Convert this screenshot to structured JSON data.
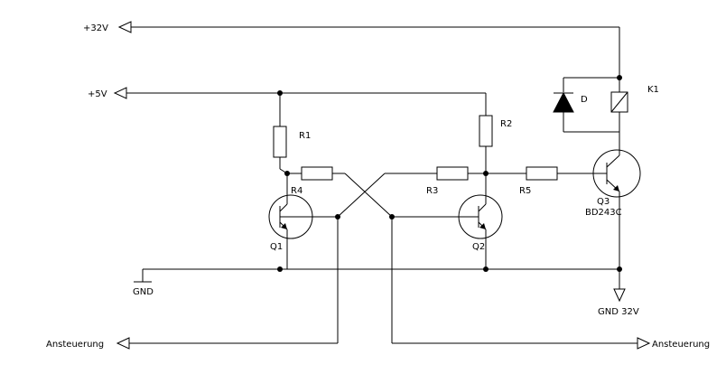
{
  "schematic": {
    "labels": {
      "plus32v": "+32V",
      "plus5v": "+5V",
      "gnd": "GND",
      "gnd32v": "GND 32V",
      "ansteuerung_left": "Ansteuerung",
      "ansteuerung_right": "Ansteuerung",
      "r1": "R1",
      "r2": "R2",
      "r3": "R3",
      "r4": "R4",
      "r5": "R5",
      "q1": "Q1",
      "q2": "Q2",
      "q3": "Q3",
      "q3_type": "BD243C",
      "d": "D",
      "k1": "K1"
    }
  }
}
